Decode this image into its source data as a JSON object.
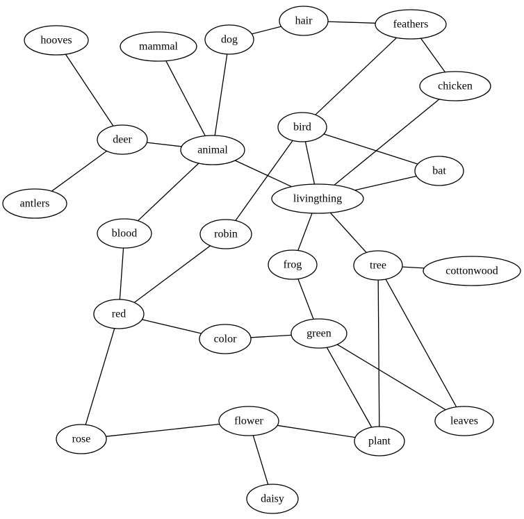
{
  "graph": {
    "nodes": [
      {
        "id": "hooves",
        "label": "hooves"
      },
      {
        "id": "mammal",
        "label": "mammal"
      },
      {
        "id": "dog",
        "label": "dog"
      },
      {
        "id": "hair",
        "label": "hair"
      },
      {
        "id": "feathers",
        "label": "feathers"
      },
      {
        "id": "chicken",
        "label": "chicken"
      },
      {
        "id": "deer",
        "label": "deer"
      },
      {
        "id": "animal",
        "label": "animal"
      },
      {
        "id": "bird",
        "label": "bird"
      },
      {
        "id": "bat",
        "label": "bat"
      },
      {
        "id": "antlers",
        "label": "antlers"
      },
      {
        "id": "livingthing",
        "label": "livingthing"
      },
      {
        "id": "blood",
        "label": "blood"
      },
      {
        "id": "robin",
        "label": "robin"
      },
      {
        "id": "frog",
        "label": "frog"
      },
      {
        "id": "tree",
        "label": "tree"
      },
      {
        "id": "cottonwood",
        "label": "cottonwood"
      },
      {
        "id": "red",
        "label": "red"
      },
      {
        "id": "color",
        "label": "color"
      },
      {
        "id": "green",
        "label": "green"
      },
      {
        "id": "leaves",
        "label": "leaves"
      },
      {
        "id": "flower",
        "label": "flower"
      },
      {
        "id": "rose",
        "label": "rose"
      },
      {
        "id": "plant",
        "label": "plant"
      },
      {
        "id": "daisy",
        "label": "daisy"
      }
    ],
    "edges": [
      [
        "hooves",
        "deer"
      ],
      [
        "antlers",
        "deer"
      ],
      [
        "deer",
        "animal"
      ],
      [
        "mammal",
        "animal"
      ],
      [
        "dog",
        "animal"
      ],
      [
        "dog",
        "hair"
      ],
      [
        "hair",
        "feathers"
      ],
      [
        "feathers",
        "chicken"
      ],
      [
        "feathers",
        "bird"
      ],
      [
        "chicken",
        "livingthing"
      ],
      [
        "animal",
        "livingthing"
      ],
      [
        "animal",
        "blood"
      ],
      [
        "bird",
        "livingthing"
      ],
      [
        "bird",
        "bat"
      ],
      [
        "bird",
        "robin"
      ],
      [
        "bat",
        "livingthing"
      ],
      [
        "livingthing",
        "frog"
      ],
      [
        "livingthing",
        "tree"
      ],
      [
        "tree",
        "cottonwood"
      ],
      [
        "tree",
        "plant"
      ],
      [
        "tree",
        "leaves"
      ],
      [
        "frog",
        "green"
      ],
      [
        "blood",
        "red"
      ],
      [
        "robin",
        "red"
      ],
      [
        "red",
        "color"
      ],
      [
        "red",
        "rose"
      ],
      [
        "color",
        "green"
      ],
      [
        "green",
        "plant"
      ],
      [
        "green",
        "leaves"
      ],
      [
        "rose",
        "flower"
      ],
      [
        "flower",
        "plant"
      ],
      [
        "flower",
        "daisy"
      ]
    ]
  }
}
